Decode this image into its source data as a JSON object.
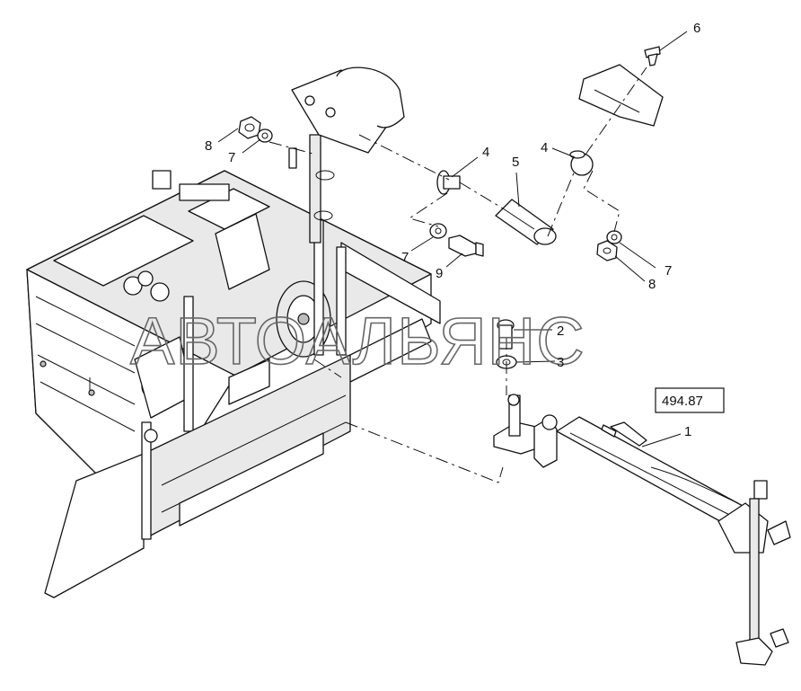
{
  "diagram": {
    "reference_code": "494.87",
    "watermark": "АВТОАЛЬЯНС",
    "callouts": [
      "6",
      "8",
      "7",
      "4",
      "5",
      "4",
      "7",
      "9",
      "7",
      "8",
      "2",
      "3",
      "1"
    ]
  }
}
